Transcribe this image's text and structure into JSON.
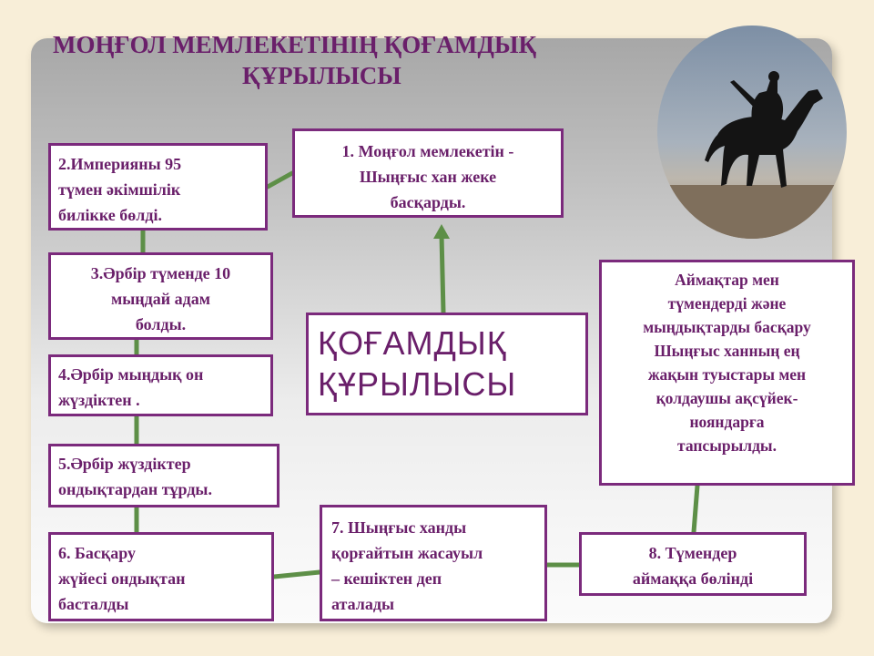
{
  "title": {
    "line1": "МОҢҒОЛ МЕМЛЕКЕТІНІҢ ҚОҒАМДЫҚ",
    "line2": "ҚҰРЫЛЫСЫ"
  },
  "center": "ҚОҒАМДЫҚ ҚҰРЫЛЫСЫ",
  "boxes": {
    "b1": "1. Моңғол мемлекетін  -\nШыңғыс хан жеке\nбасқарды.",
    "b2": "2.Империяны 95\nтүмен әкімшілік\nбилікке бөлді.",
    "b3": "3.Әрбір түменде 10\nмыңдай  адам\nболды.",
    "b4": "4.Әрбір мыңдық он\nжүздіктен .",
    "b5": "5.Әрбір жүздіктер\nондықтардан тұрды.",
    "b6": "6. Басқару\n жүйесі ондықтан\nбасталды",
    "b7": "7. Шыңғыс ханды\nқорғайтын жасауыл\n– кешіктен деп\nаталады",
    "b8": "8. Түмендер\nаймаққа бөлінді",
    "b9": "Аймақтар мен\nтүмендерді          және\nмыңдықтарды басқару\nШыңғыс ханның ең\nжақын туыстары мен\nқолдаушы ақсүйек-\nнояндарға\nтапсырылды."
  },
  "colors": {
    "accent": "#6a1f6a",
    "border": "#7b2a7c",
    "connector": "#5d8f47"
  },
  "icons": {
    "photo": "mongol-horseman-photo"
  }
}
